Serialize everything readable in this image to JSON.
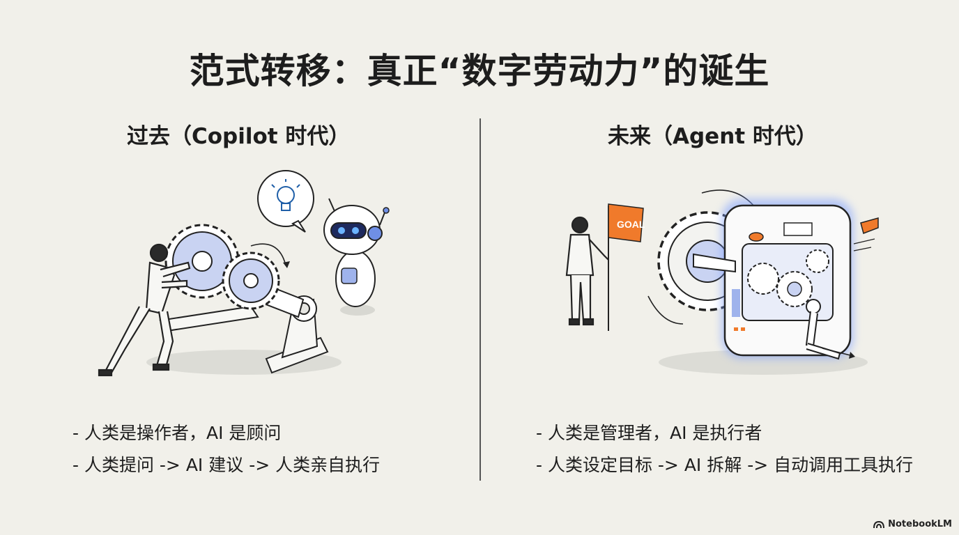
{
  "title": "范式转移：真正“数字劳动力”的诞生",
  "left": {
    "heading": "过去（Copilot 时代）",
    "bullets": [
      "- 人类是操作者，AI 是顾问",
      "- 人类提问 -> AI 建议 -> 人类亲自执行"
    ]
  },
  "right": {
    "heading": "未来（Agent 时代）",
    "flag_text": "GOAL",
    "bullets": [
      "- 人类是管理者，AI 是执行者",
      "- 人类设定目标 -> AI 拆解 -> 自动调用工具执行"
    ]
  },
  "brand": {
    "name": "NotebookLM",
    "icon": "notebooklm-logo-icon"
  },
  "colors": {
    "accent_blue": "#6f8fe6",
    "accent_orange": "#f07a2b",
    "background": "#f1f0ea"
  }
}
